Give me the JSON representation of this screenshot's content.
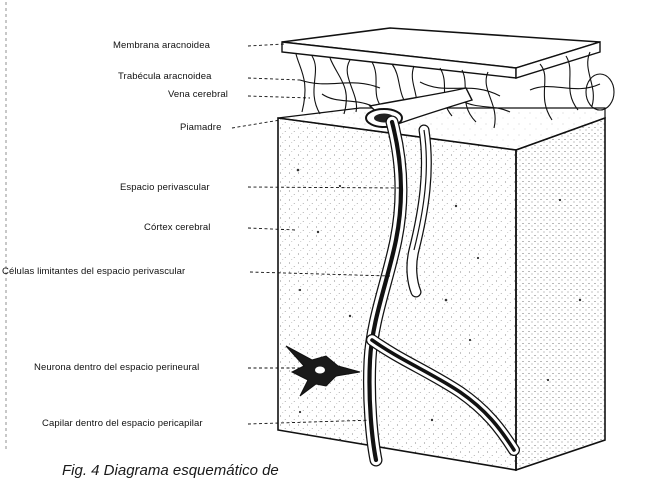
{
  "figure": {
    "labels": {
      "membrana_aracnoidea": "Membrana aracnoidea",
      "trabecula_aracnoidea": "Trabécula aracnoidea",
      "vena_cerebral": "Vena cerebral",
      "piamadre": "Piamadre",
      "espacio_perivascular": "Espacio perivascular",
      "cortex_cerebral": "Córtex cerebral",
      "celulas_limitantes": "Células limitantes del espacio perivascular",
      "neurona": "Neurona dentro del espacio perineural",
      "capilar": "Capilar dentro del espacio pericapilar"
    },
    "caption": "Fig. 4   Diagrama esquemático de",
    "colors": {
      "ink": "#111111",
      "paper": "#ffffff",
      "stipple": "#6d6d6d"
    }
  }
}
